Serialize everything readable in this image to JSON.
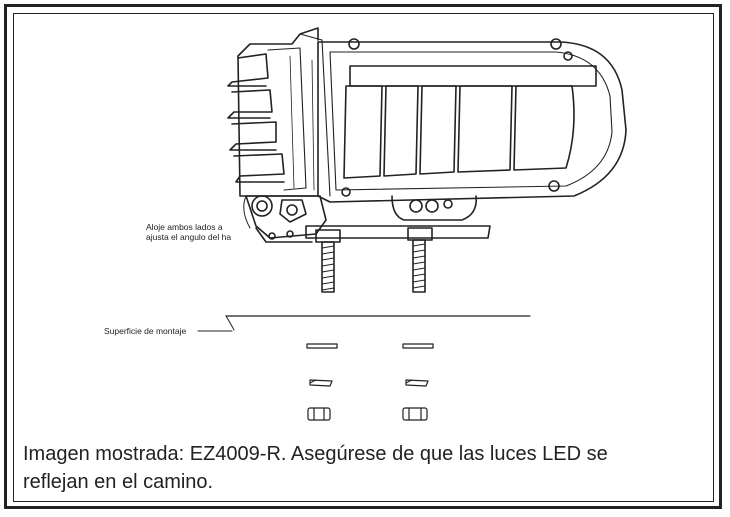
{
  "callouts": {
    "housing_line1": "Aloje ambos lados a",
    "housing_line2": "ajusta el angulo del ha",
    "mount_surface": "Superficie de montaje"
  },
  "caption": {
    "line1": "Imagen mostrada: EZ4009-R. Asegúrese de que las luces LED se",
    "line2": "reflejan en el camino."
  },
  "colors": {
    "line": "#222222",
    "background": "#ffffff"
  }
}
